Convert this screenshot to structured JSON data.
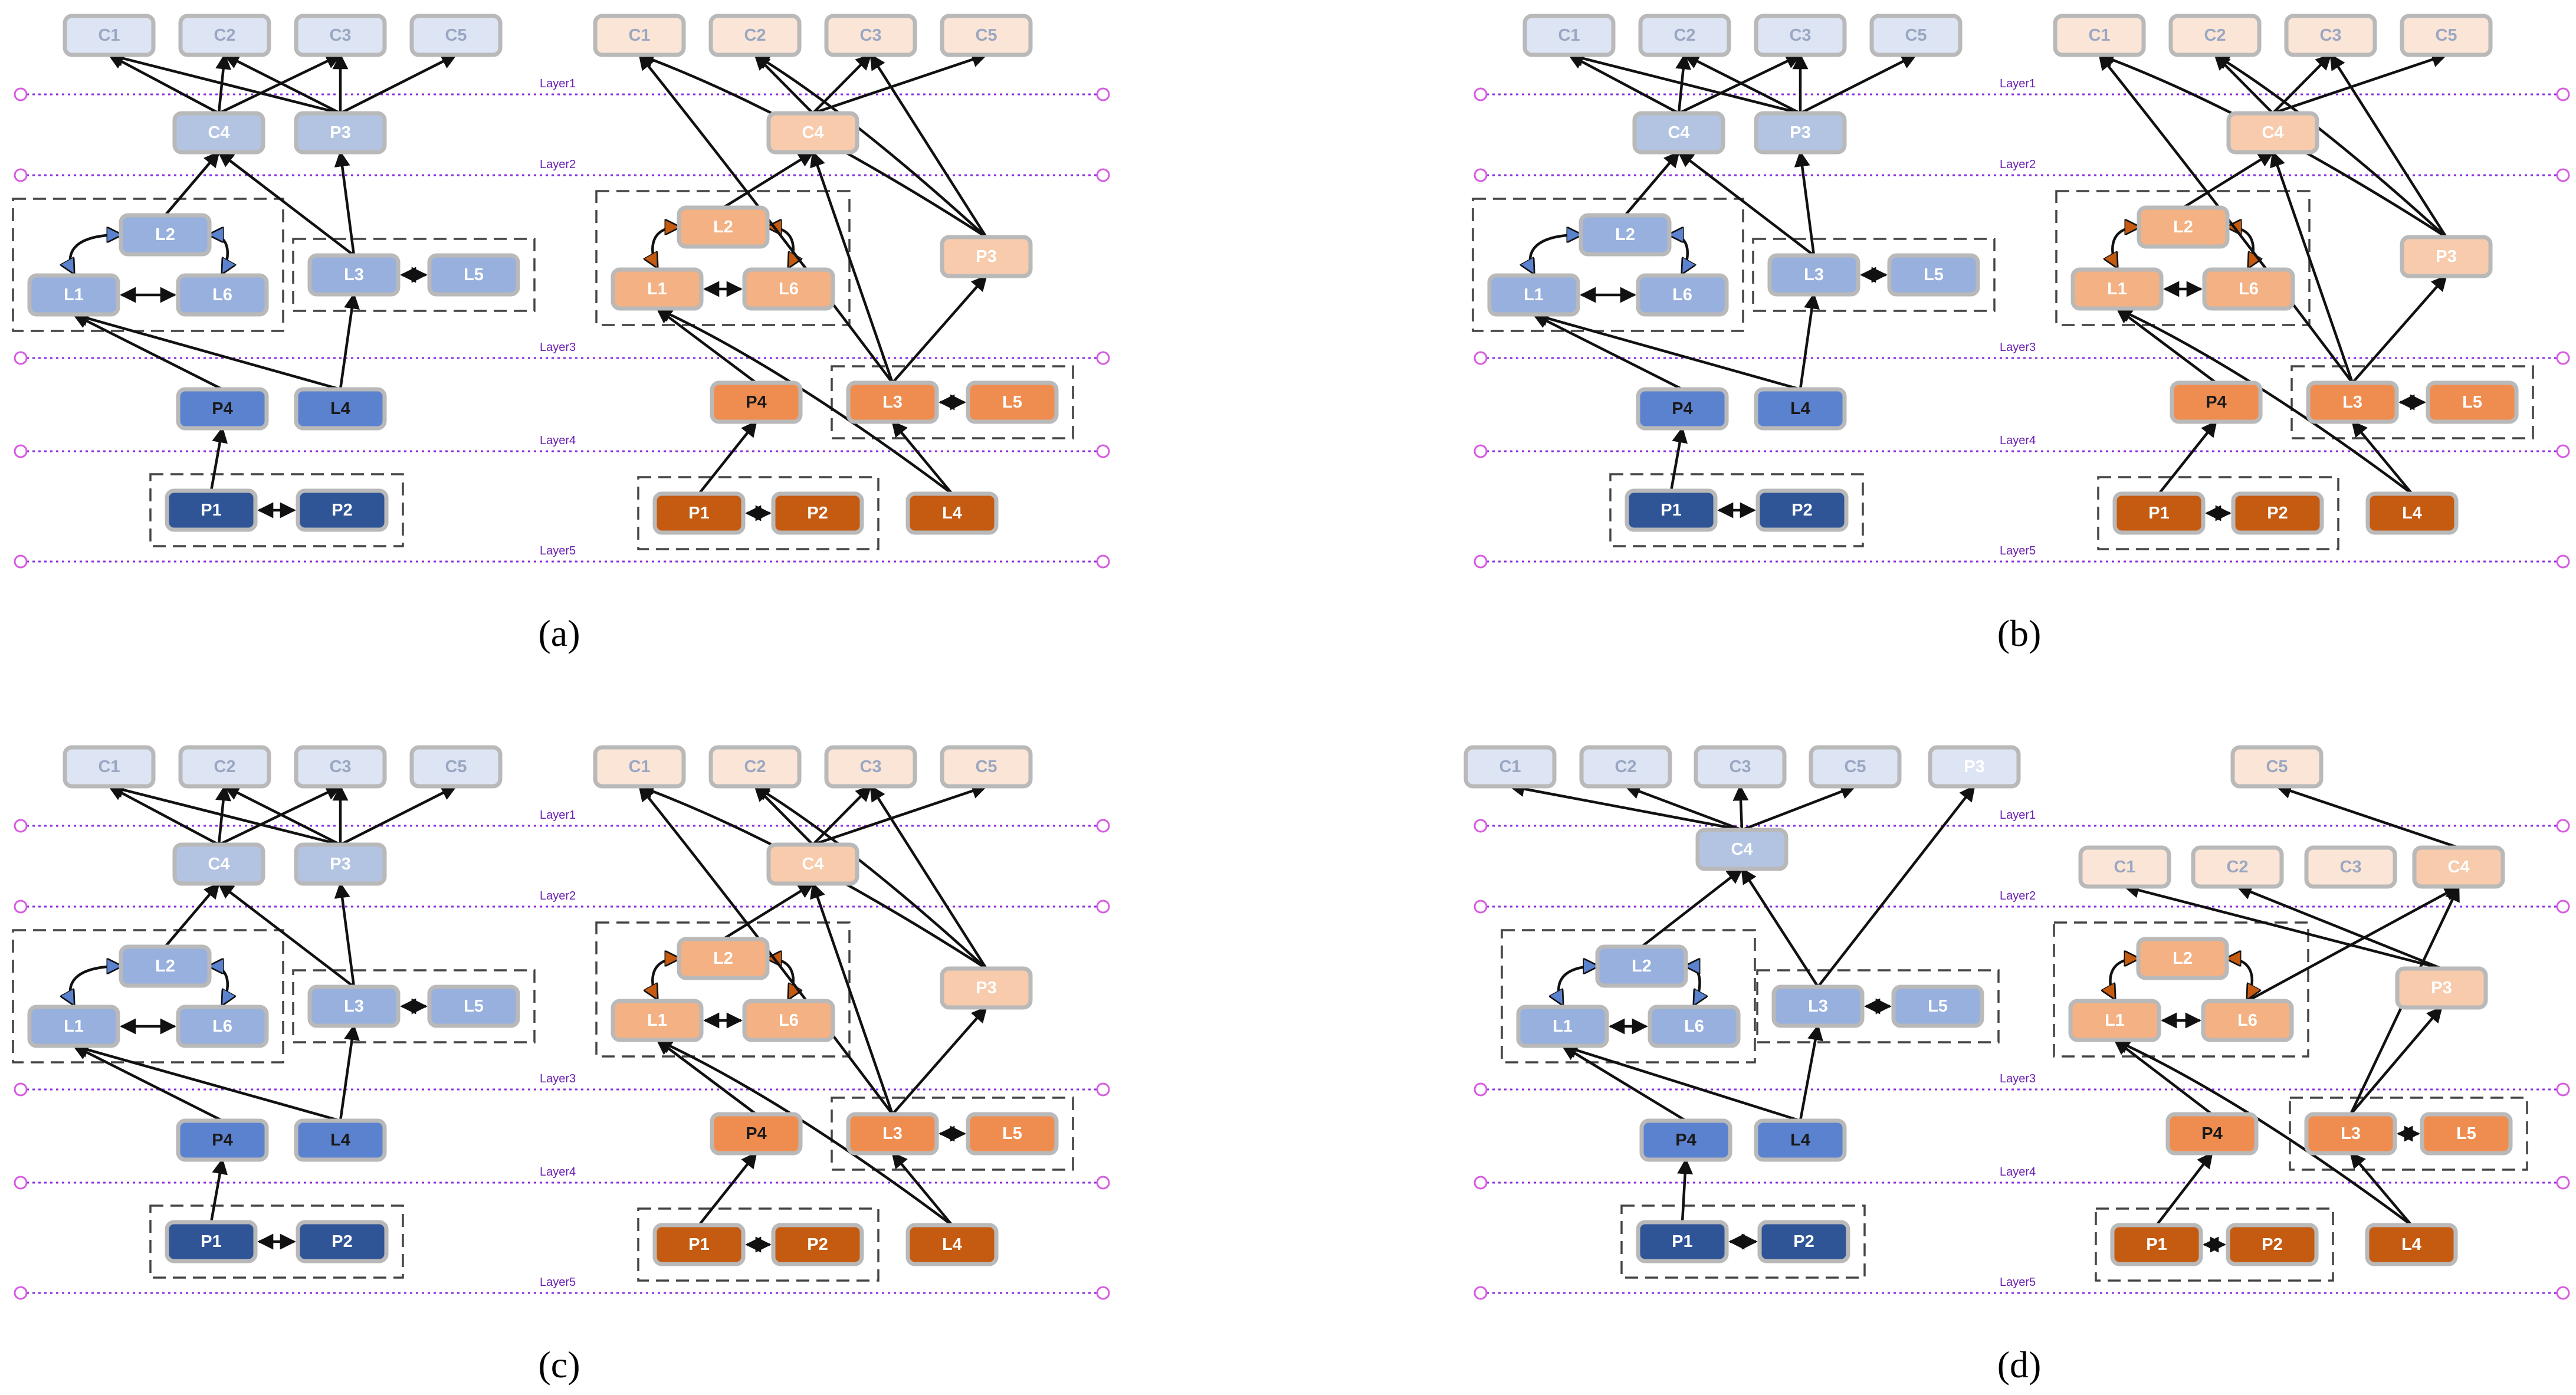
{
  "colors": {
    "blue": {
      "C": "#dde4f3",
      "mid": "#b3c4e3",
      "L": "#97b0dd",
      "L34": "#5b82cf",
      "P": "#2f5597",
      "Ptext": "#ffffff"
    },
    "orange": {
      "C": "#fbe5d6",
      "mid": "#f7cbac",
      "L": "#f4b183",
      "L34": "#ee8d4f",
      "P": "#c55a11",
      "Ptext": "#ffffff"
    },
    "layer_line": "#8a2be2"
  },
  "layer_labels": [
    "Layer1",
    "Layer2",
    "Layer3",
    "Layer4",
    "Layer5"
  ],
  "captions": [
    "(a)",
    "(b)",
    "(c)",
    "(d)"
  ],
  "node_labels": {
    "C1": "C1",
    "C2": "C2",
    "C3": "C3",
    "C4": "C4",
    "C5": "C5",
    "P1": "P1",
    "P2": "P2",
    "P3": "P3",
    "P4": "P4",
    "L1": "L1",
    "L2": "L2",
    "L3": "L3",
    "L4": "L4",
    "L5": "L5",
    "L6": "L6"
  },
  "panels": [
    {
      "caption": "(a)",
      "blue": {
        "layers": {
          "C1": 1,
          "C2": 1,
          "C3": 1,
          "C5": 1,
          "C4": 2,
          "P3": 2,
          "L1": 3,
          "L2": 3,
          "L6": 3,
          "L3": 3,
          "L5": 3,
          "P4": 4,
          "L4": 4,
          "P1": 5,
          "P2": 5
        },
        "groups": [
          [
            "L1",
            "L2",
            "L6"
          ],
          [
            "L3",
            "L5"
          ],
          [
            "P1",
            "P2"
          ]
        ],
        "edges": [
          [
            "C4",
            "C1"
          ],
          [
            "C4",
            "C2"
          ],
          [
            "C4",
            "C3"
          ],
          [
            "P3",
            "C1"
          ],
          [
            "P3",
            "C2"
          ],
          [
            "P3",
            "C3"
          ],
          [
            "P3",
            "C5"
          ],
          [
            "L2",
            "C4"
          ],
          [
            "L3",
            "C4"
          ],
          [
            "L3",
            "P3"
          ],
          [
            "P4",
            "L1"
          ],
          [
            "L4",
            "L1"
          ],
          [
            "L4",
            "L3"
          ],
          [
            "P1",
            "P4"
          ]
        ]
      },
      "orange": {
        "layers": {
          "C1": 1,
          "C2": 1,
          "C3": 1,
          "C5": 1,
          "C4": 2,
          "P3": 3,
          "L1": 3,
          "L2": 3,
          "L6": 3,
          "P4": 4,
          "L3": 4,
          "L5": 4,
          "P1": 5,
          "P2": 5,
          "L4": 5
        },
        "groups": [
          [
            "L1",
            "L2",
            "L6"
          ],
          [
            "L3",
            "L5"
          ],
          [
            "P1",
            "P2"
          ]
        ],
        "edges": [
          [
            "C4",
            "C2"
          ],
          [
            "C4",
            "C3"
          ],
          [
            "C4",
            "C5"
          ],
          [
            "P3",
            "C1"
          ],
          [
            "P3",
            "C2"
          ],
          [
            "P3",
            "C3"
          ],
          [
            "L2",
            "C4"
          ],
          [
            "L3",
            "C1"
          ],
          [
            "L3",
            "C4"
          ],
          [
            "L3",
            "P3"
          ],
          [
            "P4",
            "L1"
          ],
          [
            "L4",
            "L1"
          ],
          [
            "L4",
            "L3"
          ],
          [
            "P1",
            "P4"
          ]
        ]
      }
    },
    {
      "caption": "(b)",
      "blue": {
        "layers": {
          "C1": 1,
          "C2": 1,
          "C3": 1,
          "C5": 1,
          "C4": 2,
          "P3": 2,
          "L1": 3,
          "L2": 3,
          "L6": 3,
          "L3": 3,
          "L5": 3,
          "P4": 4,
          "L4": 4,
          "P1": 5,
          "P2": 5
        },
        "groups": [
          [
            "L1",
            "L2",
            "L6"
          ],
          [
            "L3",
            "L5"
          ],
          [
            "P1",
            "P2"
          ]
        ],
        "edges": [
          [
            "C4",
            "C1"
          ],
          [
            "C4",
            "C2"
          ],
          [
            "C4",
            "C3"
          ],
          [
            "P3",
            "C1"
          ],
          [
            "P3",
            "C2"
          ],
          [
            "P3",
            "C3"
          ],
          [
            "P3",
            "C5"
          ],
          [
            "L2",
            "C4"
          ],
          [
            "L3",
            "C4"
          ],
          [
            "L3",
            "P3"
          ],
          [
            "P4",
            "L1"
          ],
          [
            "L4",
            "L1"
          ],
          [
            "L4",
            "L3"
          ],
          [
            "P1",
            "P4"
          ]
        ]
      },
      "orange": {
        "layers": {
          "C1": 1,
          "C2": 1,
          "C3": 1,
          "C5": 1,
          "C4": 2,
          "P3": 3,
          "L1": 3,
          "L2": 3,
          "L6": 3,
          "P4": 4,
          "L3": 4,
          "L5": 4,
          "P1": 5,
          "P2": 5,
          "L4": 5
        },
        "groups": [
          [
            "L1",
            "L2",
            "L6"
          ],
          [
            "L3",
            "L5"
          ],
          [
            "P1",
            "P2"
          ]
        ],
        "edges": [
          [
            "C4",
            "C2"
          ],
          [
            "C4",
            "C3"
          ],
          [
            "C4",
            "C5"
          ],
          [
            "P3",
            "C1"
          ],
          [
            "P3",
            "C2"
          ],
          [
            "P3",
            "C3"
          ],
          [
            "L2",
            "C4"
          ],
          [
            "L3",
            "C1"
          ],
          [
            "L3",
            "C4"
          ],
          [
            "L3",
            "P3"
          ],
          [
            "P4",
            "L1"
          ],
          [
            "L4",
            "L1"
          ],
          [
            "L4",
            "L3"
          ],
          [
            "P1",
            "P4"
          ]
        ]
      }
    },
    {
      "caption": "(c)",
      "blue": {
        "layers": {
          "C1": 1,
          "C2": 1,
          "C3": 1,
          "C5": 1,
          "C4": 2,
          "P3": 2,
          "L1": 3,
          "L2": 3,
          "L6": 3,
          "L3": 3,
          "L5": 3,
          "P4": 4,
          "L4": 4,
          "P1": 5,
          "P2": 5
        },
        "groups": [
          [
            "L1",
            "L2",
            "L6"
          ],
          [
            "L3",
            "L5"
          ],
          [
            "P1",
            "P2"
          ]
        ],
        "edges": [
          [
            "C4",
            "C1"
          ],
          [
            "C4",
            "C2"
          ],
          [
            "C4",
            "C3"
          ],
          [
            "P3",
            "C1"
          ],
          [
            "P3",
            "C2"
          ],
          [
            "P3",
            "C3"
          ],
          [
            "P3",
            "C5"
          ],
          [
            "L2",
            "C4"
          ],
          [
            "L3",
            "C4"
          ],
          [
            "L3",
            "P3"
          ],
          [
            "P4",
            "L1"
          ],
          [
            "L4",
            "L1"
          ],
          [
            "L4",
            "L3"
          ],
          [
            "P1",
            "P4"
          ]
        ]
      },
      "orange": {
        "layers": {
          "C1": 1,
          "C2": 1,
          "C3": 1,
          "C5": 1,
          "C4": 2,
          "P3": 3,
          "L1": 3,
          "L2": 3,
          "L6": 3,
          "P4": 4,
          "L3": 4,
          "L5": 4,
          "P1": 5,
          "P2": 5,
          "L4": 5
        },
        "groups": [
          [
            "L1",
            "L2",
            "L6"
          ],
          [
            "L3",
            "L5"
          ],
          [
            "P1",
            "P2"
          ]
        ],
        "edges": [
          [
            "C4",
            "C2"
          ],
          [
            "C4",
            "C3"
          ],
          [
            "C4",
            "C5"
          ],
          [
            "P3",
            "C1"
          ],
          [
            "P3",
            "C2"
          ],
          [
            "P3",
            "C3"
          ],
          [
            "L2",
            "C4"
          ],
          [
            "L3",
            "C1"
          ],
          [
            "L3",
            "C4"
          ],
          [
            "L3",
            "P3"
          ],
          [
            "P4",
            "L1"
          ],
          [
            "L4",
            "L1"
          ],
          [
            "L4",
            "L3"
          ],
          [
            "P1",
            "P4"
          ]
        ]
      }
    },
    {
      "caption": "(d)",
      "blue": {
        "layers": {
          "C1": 1,
          "C2": 1,
          "C3": 1,
          "C5": 1,
          "P3": 1,
          "C4": 2,
          "L1": 3,
          "L2": 3,
          "L6": 3,
          "L3": 3,
          "L5": 3,
          "P4": 4,
          "L4": 4,
          "P1": 5,
          "P2": 5
        },
        "groups": [
          [
            "L1",
            "L2",
            "L6"
          ],
          [
            "L3",
            "L5"
          ],
          [
            "P1",
            "P2"
          ]
        ],
        "edges": [
          [
            "C4",
            "C1"
          ],
          [
            "C4",
            "C2"
          ],
          [
            "C4",
            "C3"
          ],
          [
            "C4",
            "C5"
          ],
          [
            "L2",
            "C4"
          ],
          [
            "L3",
            "C4"
          ],
          [
            "L3",
            "P3"
          ],
          [
            "P4",
            "L1"
          ],
          [
            "L4",
            "L1"
          ],
          [
            "L4",
            "L3"
          ],
          [
            "P1",
            "P4"
          ]
        ]
      },
      "orange": {
        "layers": {
          "C5": 1,
          "C1": 2,
          "C2": 2,
          "C3": 2,
          "C4": 2,
          "P3": 3,
          "L1": 3,
          "L2": 3,
          "L6": 3,
          "P4": 4,
          "L3": 4,
          "L5": 4,
          "P1": 5,
          "P2": 5,
          "L4": 5
        },
        "groups": [
          [
            "L1",
            "L2",
            "L6"
          ],
          [
            "L3",
            "L5"
          ],
          [
            "P1",
            "P2"
          ]
        ],
        "edges": [
          [
            "C4",
            "C5"
          ],
          [
            "P3",
            "C1"
          ],
          [
            "P3",
            "C2"
          ],
          [
            "L6",
            "C4"
          ],
          [
            "L3",
            "C4"
          ],
          [
            "L3",
            "P3"
          ],
          [
            "P4",
            "L1"
          ],
          [
            "L4",
            "L1"
          ],
          [
            "L4",
            "L3"
          ],
          [
            "P1",
            "P4"
          ]
        ]
      }
    }
  ]
}
